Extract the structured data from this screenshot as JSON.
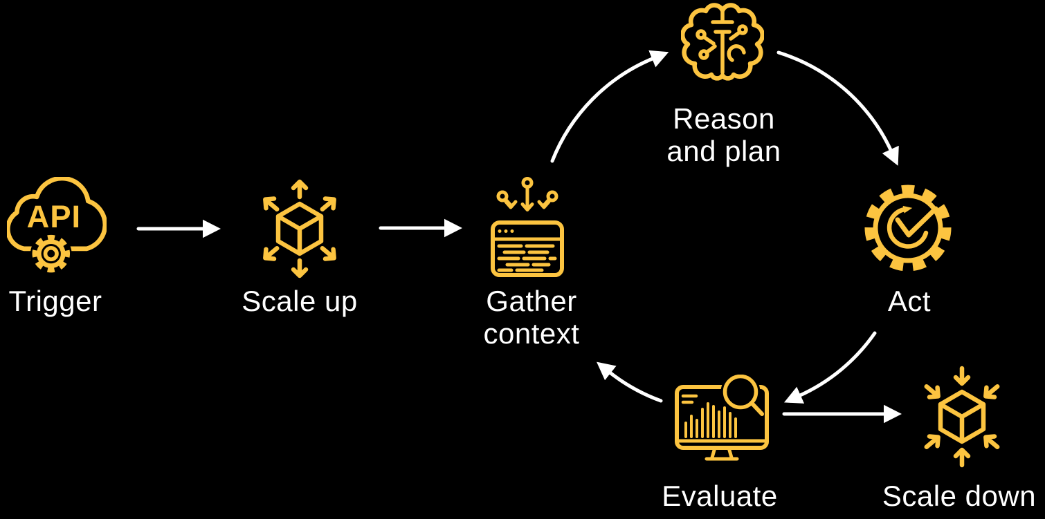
{
  "diagram": {
    "colors": {
      "background": "#000000",
      "accent": "#FCC440",
      "arrow": "#FFFFFF",
      "text": "#FFFFFF"
    },
    "nodes": {
      "trigger": {
        "label": "Trigger",
        "icon": "cloud-api-gear-icon",
        "icon_text": "API"
      },
      "scale_up": {
        "label": "Scale up",
        "icon": "cube-expand-arrows-icon"
      },
      "gather_context": {
        "label": "Gather\ncontext",
        "icon": "terminal-window-inputs-icon"
      },
      "reason_and_plan": {
        "label": "Reason\nand plan",
        "icon": "brain-circuit-icon"
      },
      "act": {
        "label": "Act",
        "icon": "gear-checkmark-icon"
      },
      "evaluate": {
        "label": "Evaluate",
        "icon": "monitor-chart-magnifier-icon"
      },
      "scale_down": {
        "label": "Scale down",
        "icon": "cube-contract-arrows-icon"
      }
    },
    "edges": [
      {
        "from": "Trigger",
        "to": "Scale up",
        "style": "straight"
      },
      {
        "from": "Scale up",
        "to": "Gather context",
        "style": "straight"
      },
      {
        "from": "Gather context",
        "to": "Reason and plan",
        "style": "curved"
      },
      {
        "from": "Reason and plan",
        "to": "Act",
        "style": "curved"
      },
      {
        "from": "Act",
        "to": "Evaluate",
        "style": "curved"
      },
      {
        "from": "Evaluate",
        "to": "Gather context",
        "style": "curved"
      },
      {
        "from": "Evaluate",
        "to": "Scale down",
        "style": "straight"
      }
    ]
  }
}
